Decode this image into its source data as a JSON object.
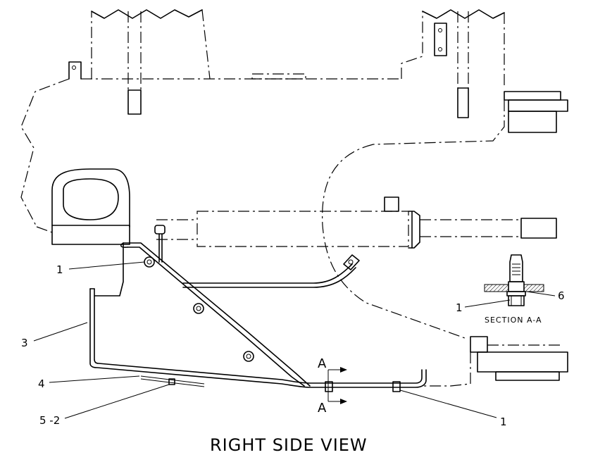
{
  "title": "RIGHT SIDE VIEW",
  "section_label": "SECTION A-A",
  "callouts": {
    "c1_upper": "1",
    "c1_section": "1",
    "c1_lower": "1",
    "c3": "3",
    "c4": "4",
    "c5_2": "5 -2",
    "c6": "6"
  },
  "section_arrows": {
    "upper": "A",
    "lower": "A"
  }
}
